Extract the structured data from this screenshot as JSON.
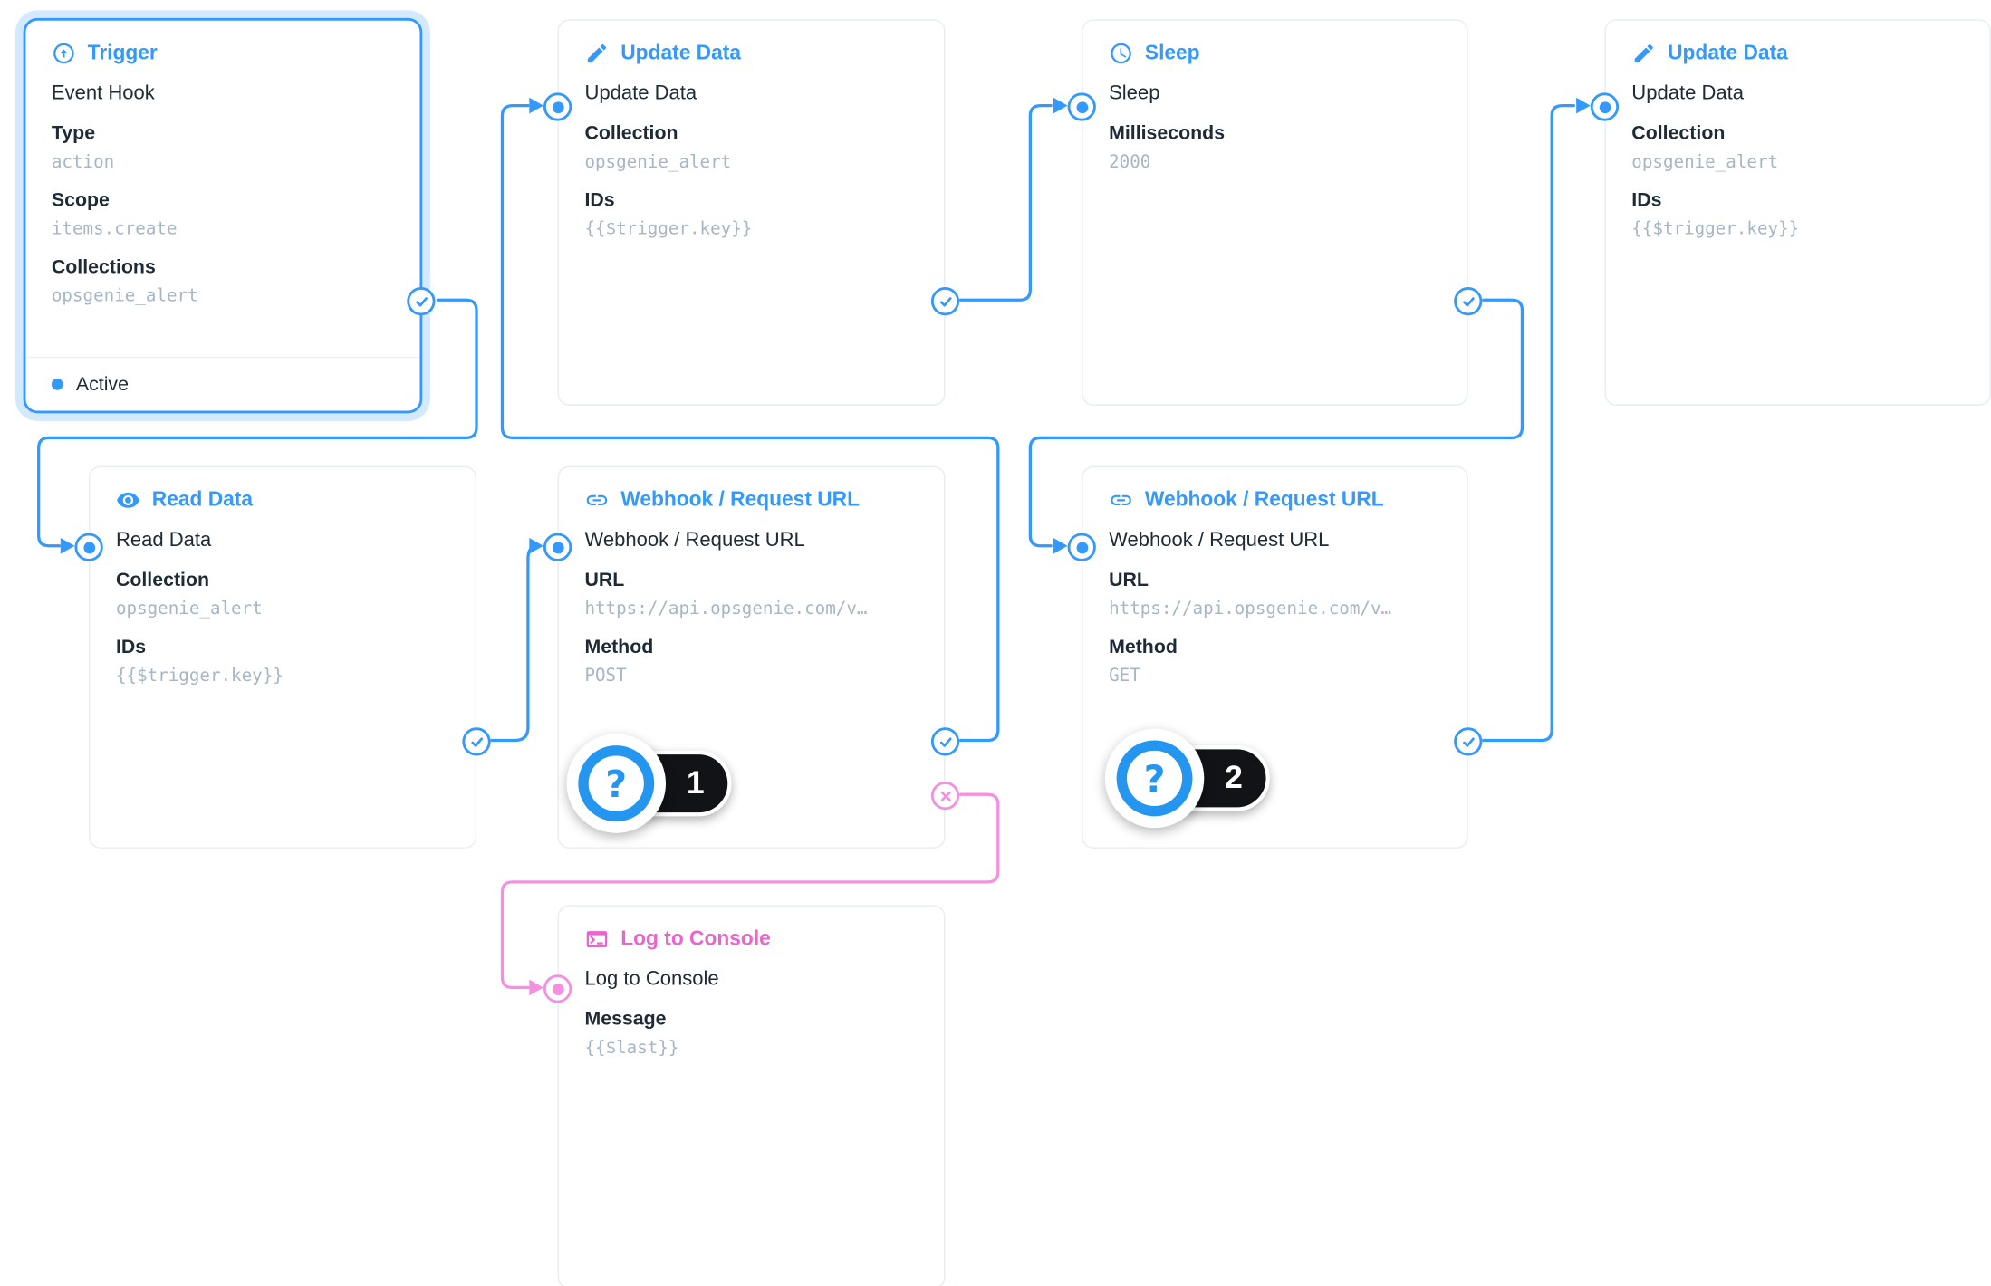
{
  "colors": {
    "blue": "#3399ff",
    "pink": "#ec63cd",
    "pink_light": "#f490e0",
    "text": "#1e2a36",
    "muted": "#a6b6c6"
  },
  "nodes": {
    "trigger": {
      "title": "Trigger",
      "name": "Event Hook",
      "fields": [
        {
          "label": "Type",
          "value": "action"
        },
        {
          "label": "Scope",
          "value": "items.create"
        },
        {
          "label": "Collections",
          "value": "opsgenie_alert"
        }
      ],
      "status": "Active"
    },
    "update1": {
      "title": "Update Data",
      "name": "Update Data",
      "fields": [
        {
          "label": "Collection",
          "value": "opsgenie_alert"
        },
        {
          "label": "IDs",
          "value": "{{$trigger.key}}"
        }
      ]
    },
    "sleep": {
      "title": "Sleep",
      "name": "Sleep",
      "fields": [
        {
          "label": "Milliseconds",
          "value": "2000"
        }
      ]
    },
    "update2": {
      "title": "Update Data",
      "name": "Update Data",
      "fields": [
        {
          "label": "Collection",
          "value": "opsgenie_alert"
        },
        {
          "label": "IDs",
          "value": "{{$trigger.key}}"
        }
      ]
    },
    "read": {
      "title": "Read Data",
      "name": "Read Data",
      "fields": [
        {
          "label": "Collection",
          "value": "opsgenie_alert"
        },
        {
          "label": "IDs",
          "value": "{{$trigger.key}}"
        }
      ]
    },
    "webhook1": {
      "title": "Webhook / Request URL",
      "name": "Webhook / Request URL",
      "fields": [
        {
          "label": "URL",
          "value": "https://api.opsgenie.com/v…"
        },
        {
          "label": "Method",
          "value": "POST"
        }
      ]
    },
    "webhook2": {
      "title": "Webhook / Request URL",
      "name": "Webhook / Request URL",
      "fields": [
        {
          "label": "URL",
          "value": "https://api.opsgenie.com/v…"
        },
        {
          "label": "Method",
          "value": "GET"
        }
      ]
    },
    "log": {
      "title": "Log to Console",
      "name": "Log to Console",
      "fields": [
        {
          "label": "Message",
          "value": "{{$last}}"
        }
      ]
    }
  },
  "badges": [
    {
      "number": "1"
    },
    {
      "number": "2"
    }
  ]
}
